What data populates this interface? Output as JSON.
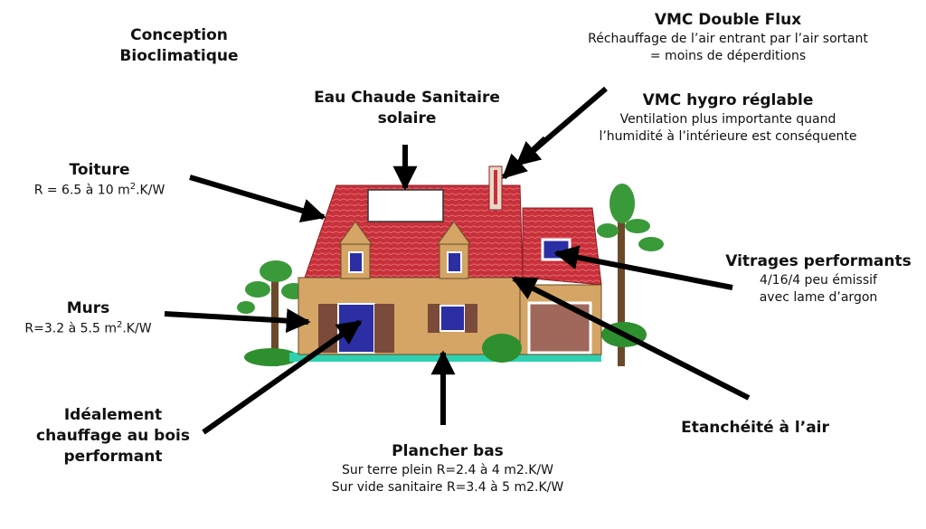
{
  "labels": {
    "bioclimatique": {
      "line1": "Conception",
      "line2": "Bioclimatique"
    },
    "ecs": {
      "line1": "Eau Chaude Sanitaire",
      "line2": "solaire"
    },
    "vmc_double": {
      "title": "VMC Double Flux",
      "line1": "Réchauffage de l’air entrant par l’air sortant",
      "line2": "= moins de déperditions"
    },
    "vmc_hygro": {
      "title": "VMC hygro réglable",
      "line1": "Ventilation plus importante quand",
      "line2": "l’humidité à l’intérieure est conséquente"
    },
    "toiture": {
      "title": "Toiture",
      "value": "R = 6.5 à 10 m",
      "sup": "2",
      "unit": ".K/W"
    },
    "vitrages": {
      "title": "Vitrages performants",
      "line1": "4/16/4 peu émissif",
      "line2": "avec lame d’argon"
    },
    "murs": {
      "title": "Murs",
      "value": "R=3.2 à 5.5 m",
      "sup": "2",
      "unit": ".K/W"
    },
    "chauffage": {
      "line1": "Idéalement",
      "line2": "chauffage au bois",
      "line3": "performant"
    },
    "etancheite": {
      "title": "Etanchéité à l’air"
    },
    "plancher": {
      "title": "Plancher bas",
      "line1": "Sur terre plein R=2.4 à 4 m2.K/W",
      "line2": "Sur vide sanitaire R=3.4 à 5 m2.K/W"
    }
  },
  "colors": {
    "roof": "#c8303a",
    "wall": "#d4a565",
    "window": "#2b2fa3",
    "shutter": "#7a4a3a",
    "grass": "#2fd0b0",
    "tree": "#3a9a3a"
  }
}
